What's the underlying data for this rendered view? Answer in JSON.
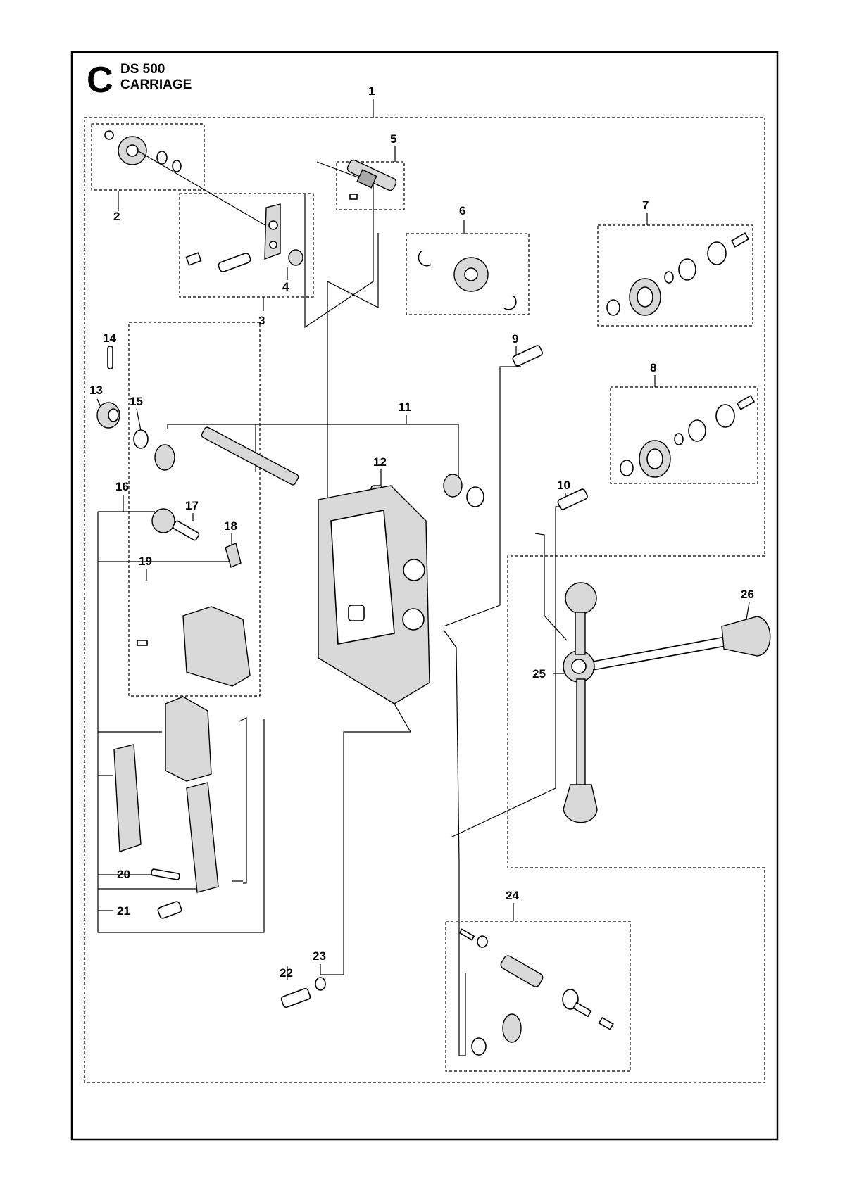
{
  "header": {
    "section_letter": "C",
    "model": "DS 500",
    "assembly": "CARRIAGE"
  },
  "callouts": [
    {
      "id": "c1",
      "label": "1"
    },
    {
      "id": "c2",
      "label": "2"
    },
    {
      "id": "c3",
      "label": "3"
    },
    {
      "id": "c4",
      "label": "4"
    },
    {
      "id": "c5",
      "label": "5"
    },
    {
      "id": "c6",
      "label": "6"
    },
    {
      "id": "c7",
      "label": "7"
    },
    {
      "id": "c8",
      "label": "8"
    },
    {
      "id": "c9",
      "label": "9"
    },
    {
      "id": "c10",
      "label": "10"
    },
    {
      "id": "c11",
      "label": "11"
    },
    {
      "id": "c12",
      "label": "12"
    },
    {
      "id": "c13",
      "label": "13"
    },
    {
      "id": "c14",
      "label": "14"
    },
    {
      "id": "c15",
      "label": "15"
    },
    {
      "id": "c16",
      "label": "16"
    },
    {
      "id": "c17",
      "label": "17"
    },
    {
      "id": "c18",
      "label": "18"
    },
    {
      "id": "c19",
      "label": "19"
    },
    {
      "id": "c20",
      "label": "20"
    },
    {
      "id": "c21",
      "label": "21"
    },
    {
      "id": "c22",
      "label": "22"
    },
    {
      "id": "c23",
      "label": "23"
    },
    {
      "id": "c24",
      "label": "24"
    },
    {
      "id": "c25",
      "label": "25"
    },
    {
      "id": "c26",
      "label": "26"
    }
  ]
}
